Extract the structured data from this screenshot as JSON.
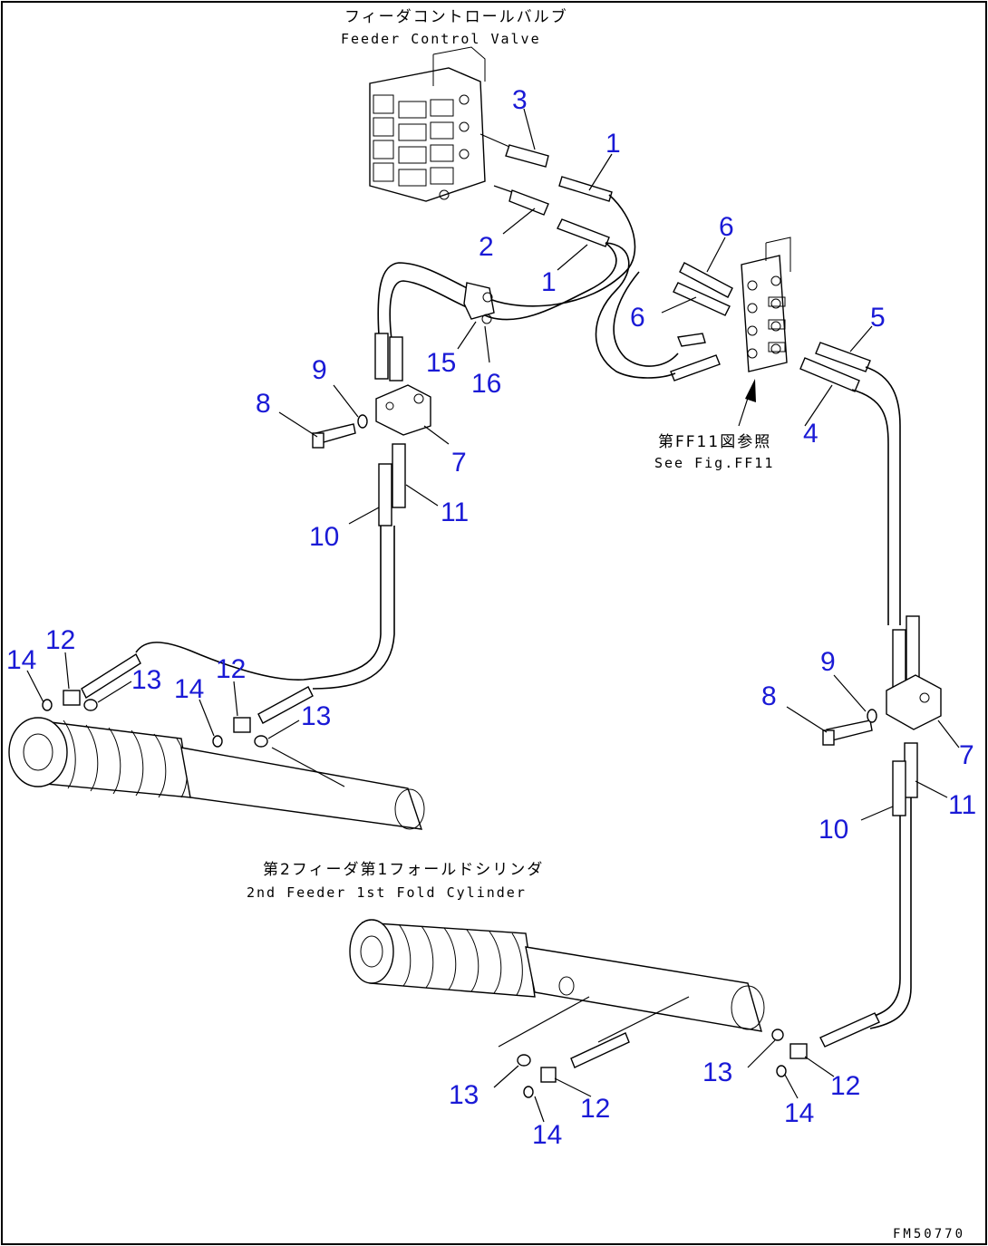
{
  "captions": {
    "feeder_valve_jp": "フィーダコントロールバルブ",
    "feeder_valve_en": "Feeder Control Valve",
    "see_fig_jp": "第FF11図参照",
    "see_fig_en": "See Fig.FF11",
    "cylinder_jp": "第2フィーダ第1フォールドシリンダ",
    "cylinder_en": "2nd Feeder 1st Fold Cylinder",
    "figure_id": "FM50770"
  },
  "callouts": [
    {
      "id": "c3",
      "text": "3"
    },
    {
      "id": "c1a",
      "text": "1"
    },
    {
      "id": "c2",
      "text": "2"
    },
    {
      "id": "c1b",
      "text": "1"
    },
    {
      "id": "c6a",
      "text": "6"
    },
    {
      "id": "c6b",
      "text": "6"
    },
    {
      "id": "c5",
      "text": "5"
    },
    {
      "id": "c4",
      "text": "4"
    },
    {
      "id": "c15",
      "text": "15"
    },
    {
      "id": "c16",
      "text": "16"
    },
    {
      "id": "c9a",
      "text": "9"
    },
    {
      "id": "c8a",
      "text": "8"
    },
    {
      "id": "c7a",
      "text": "7"
    },
    {
      "id": "c11a",
      "text": "11"
    },
    {
      "id": "c10a",
      "text": "10"
    },
    {
      "id": "c14a",
      "text": "14"
    },
    {
      "id": "c12a",
      "text": "12"
    },
    {
      "id": "c13a",
      "text": "13"
    },
    {
      "id": "c14b",
      "text": "14"
    },
    {
      "id": "c12b",
      "text": "12"
    },
    {
      "id": "c13b",
      "text": "13"
    },
    {
      "id": "c9b",
      "text": "9"
    },
    {
      "id": "c8b",
      "text": "8"
    },
    {
      "id": "c7b",
      "text": "7"
    },
    {
      "id": "c11b",
      "text": "11"
    },
    {
      "id": "c10b",
      "text": "10"
    },
    {
      "id": "c13c",
      "text": "13"
    },
    {
      "id": "c12c",
      "text": "12"
    },
    {
      "id": "c14c",
      "text": "14"
    },
    {
      "id": "c13d",
      "text": "13"
    },
    {
      "id": "c12d",
      "text": "12"
    },
    {
      "id": "c14d",
      "text": "14"
    }
  ]
}
